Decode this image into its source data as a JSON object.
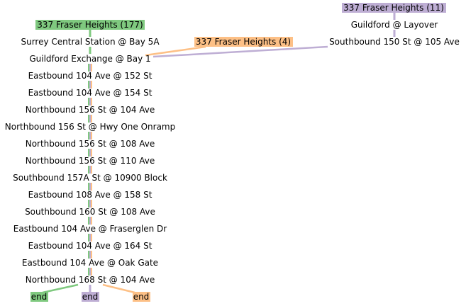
{
  "routes": [
    {
      "label": "337 Fraser Heights (177)",
      "color": "#7fc97f",
      "end_label": "end"
    },
    {
      "label": "337 Fraser Heights (11)",
      "color": "#beaed4",
      "end_label": "end"
    },
    {
      "label": "337 Fraser Heights (4)",
      "color": "#fdc086",
      "end_label": "end"
    }
  ],
  "stops": [
    "Surrey Central Station @ Bay 5A",
    "Guildford Exchange @ Bay 1",
    "Eastbound 104 Ave @ 152 St",
    "Eastbound 104 Ave @ 154 St",
    "Northbound 156 St @ 104 Ave",
    "Northbound 156 St @ Hwy One Onramp",
    "Northbound 156 St @ 108 Ave",
    "Northbound 156 St @ 110 Ave",
    "Southbound 157A St @ 10900 Block",
    "Eastbound 108 Ave @ 158 St",
    "Southbound 160 St @ 108 Ave",
    "Eastbound 104 Ave @ Fraserglen Dr",
    "Eastbound 104 Ave @ 164 St",
    "Eastbound 104 Ave @ Oak Gate",
    "Northbound 168 St @ 104 Ave"
  ],
  "branch_stops": [
    "Guildford @ Layover",
    "Southbound 150 St @ 105 Ave"
  ]
}
